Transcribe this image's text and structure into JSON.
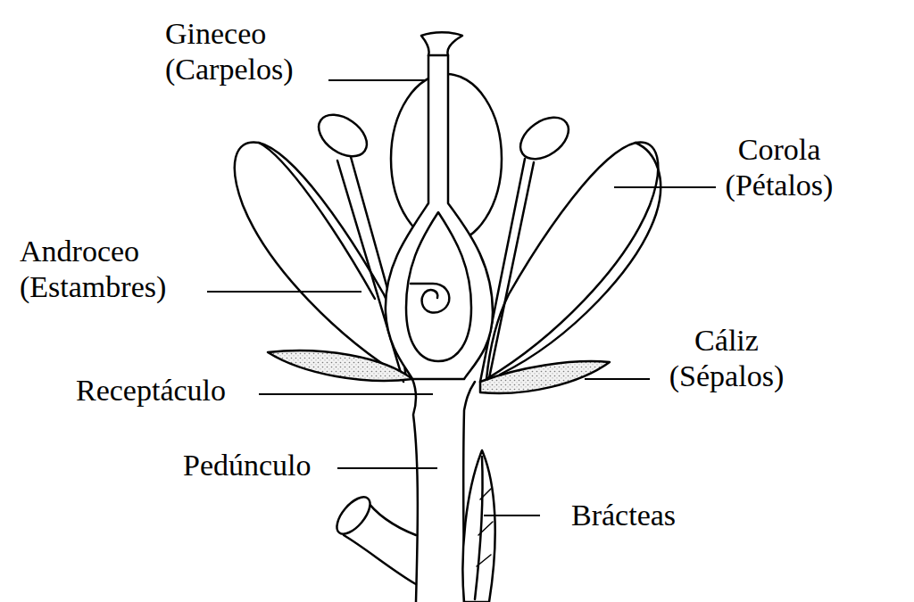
{
  "diagram": {
    "labels": [
      "Gineceo (Carpelos)",
      "Corola (Pétalos)",
      "Androceo (Estambres)",
      "Cáliz (Sépalos)",
      "Receptáculo",
      "Pedúnculo",
      "Brácteas"
    ]
  }
}
